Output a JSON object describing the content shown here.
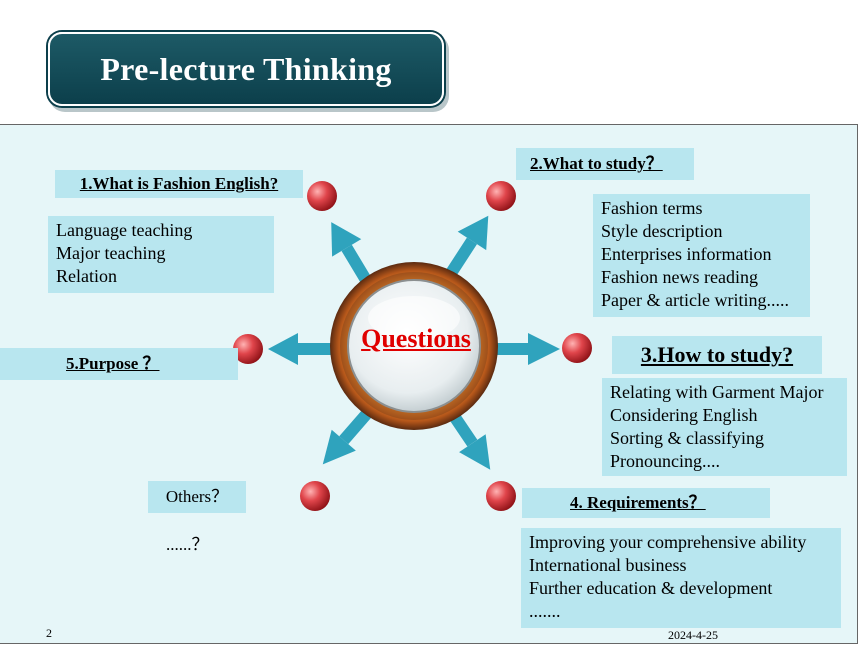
{
  "title": "Pre-lecture Thinking",
  "center": "Questions",
  "q1": {
    "label": "1.What is Fashion English?",
    "items": [
      "Language teaching",
      "Major teaching",
      "Relation"
    ]
  },
  "q2": {
    "label": "2.What to study？",
    "items": [
      "Fashion terms",
      "Style description",
      "Enterprises information",
      "Fashion news reading",
      "Paper & article writing....."
    ]
  },
  "q3": {
    "label": "3.How to study?",
    "items": [
      "Relating with Garment Major",
      "Considering English",
      "Sorting & classifying",
      "Pronouncing...."
    ]
  },
  "q4": {
    "label": "4. Requirements？",
    "items": [
      "Improving your comprehensive ability",
      "International business",
      "Further education & development",
      "......."
    ]
  },
  "q5": {
    "label": "5.Purpose ？"
  },
  "others": {
    "label": "Others？",
    "sub": "......？"
  },
  "footer": {
    "page": "2",
    "date": "2024-4-25"
  },
  "colors": {
    "arrow": "#2fa3bd",
    "node": "#d9363e",
    "title_bg": "#0c3f4b",
    "box": "#b8e6ef"
  }
}
